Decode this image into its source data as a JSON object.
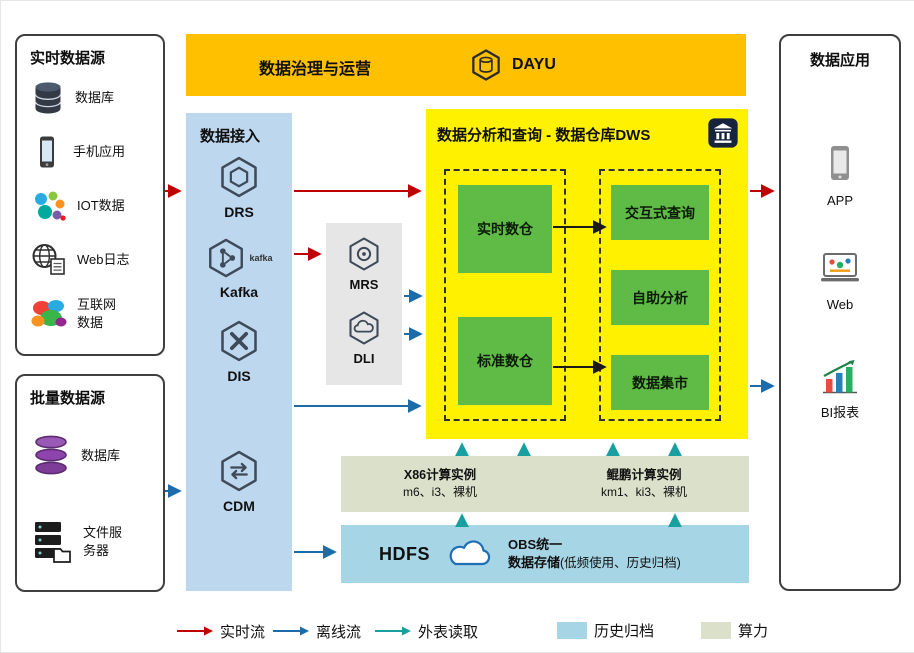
{
  "colors": {
    "realtime_flow": "#C00000",
    "offline_flow": "#1B6CA8",
    "external_read": "#18A0A0",
    "governance_bar": "#FFC000",
    "dws_panel": "#FFF100",
    "ingestion_panel": "#BDD7EE",
    "processing_panel": "#E7E6E6",
    "warehouse_green": "#5FBB46",
    "compute_panel": "#DBE0CA",
    "storage_panel": "#A6D5E6"
  },
  "realtime_sources": {
    "title": "实时数据源",
    "items": [
      {
        "label": "数据库",
        "icon": "database-icon"
      },
      {
        "label": "手机应用",
        "icon": "phone-icon"
      },
      {
        "label": "IOT数据",
        "icon": "iot-icon"
      },
      {
        "label": "Web日志",
        "icon": "web-log-icon"
      },
      {
        "label": "互联网数据",
        "icon": "internet-data-icon"
      }
    ]
  },
  "batch_sources": {
    "title": "批量数据源",
    "items": [
      {
        "label": "数据库",
        "icon": "purple-database-icon"
      },
      {
        "label": "文件服务器",
        "icon": "file-server-icon"
      }
    ]
  },
  "governance": {
    "title": "数据治理与运营",
    "logo_text": "DAYU"
  },
  "ingestion": {
    "title": "数据接入",
    "services": [
      "DRS",
      "Kafka",
      "DIS",
      "CDM"
    ],
    "kafka_wordmark": "kafka"
  },
  "processing": {
    "services": [
      "MRS",
      "DLI"
    ]
  },
  "dws": {
    "title": "数据分析和查询 - 数据仓库DWS",
    "warehouses": [
      "实时数仓",
      "标准数仓"
    ],
    "queries": [
      "交互式查询",
      "自助分析",
      "数据集市"
    ]
  },
  "compute": {
    "x86_title": "X86计算实例",
    "x86_sub": "m6、i3、裸机",
    "kunpeng_title": "鲲鹏计算实例",
    "kunpeng_sub": "km1、ki3、裸机"
  },
  "storage": {
    "hdfs_label": "HDFS",
    "obs_line1": "OBS统一",
    "obs_line2": "数据存储",
    "obs_note": "(低频使用、历史归档)"
  },
  "apps": {
    "title": "数据应用",
    "items": [
      "APP",
      "Web",
      "BI报表"
    ]
  },
  "legend": {
    "realtime": "实时流",
    "offline": "离线流",
    "external": "外表读取",
    "archive": "历史归档",
    "compute": "算力"
  }
}
